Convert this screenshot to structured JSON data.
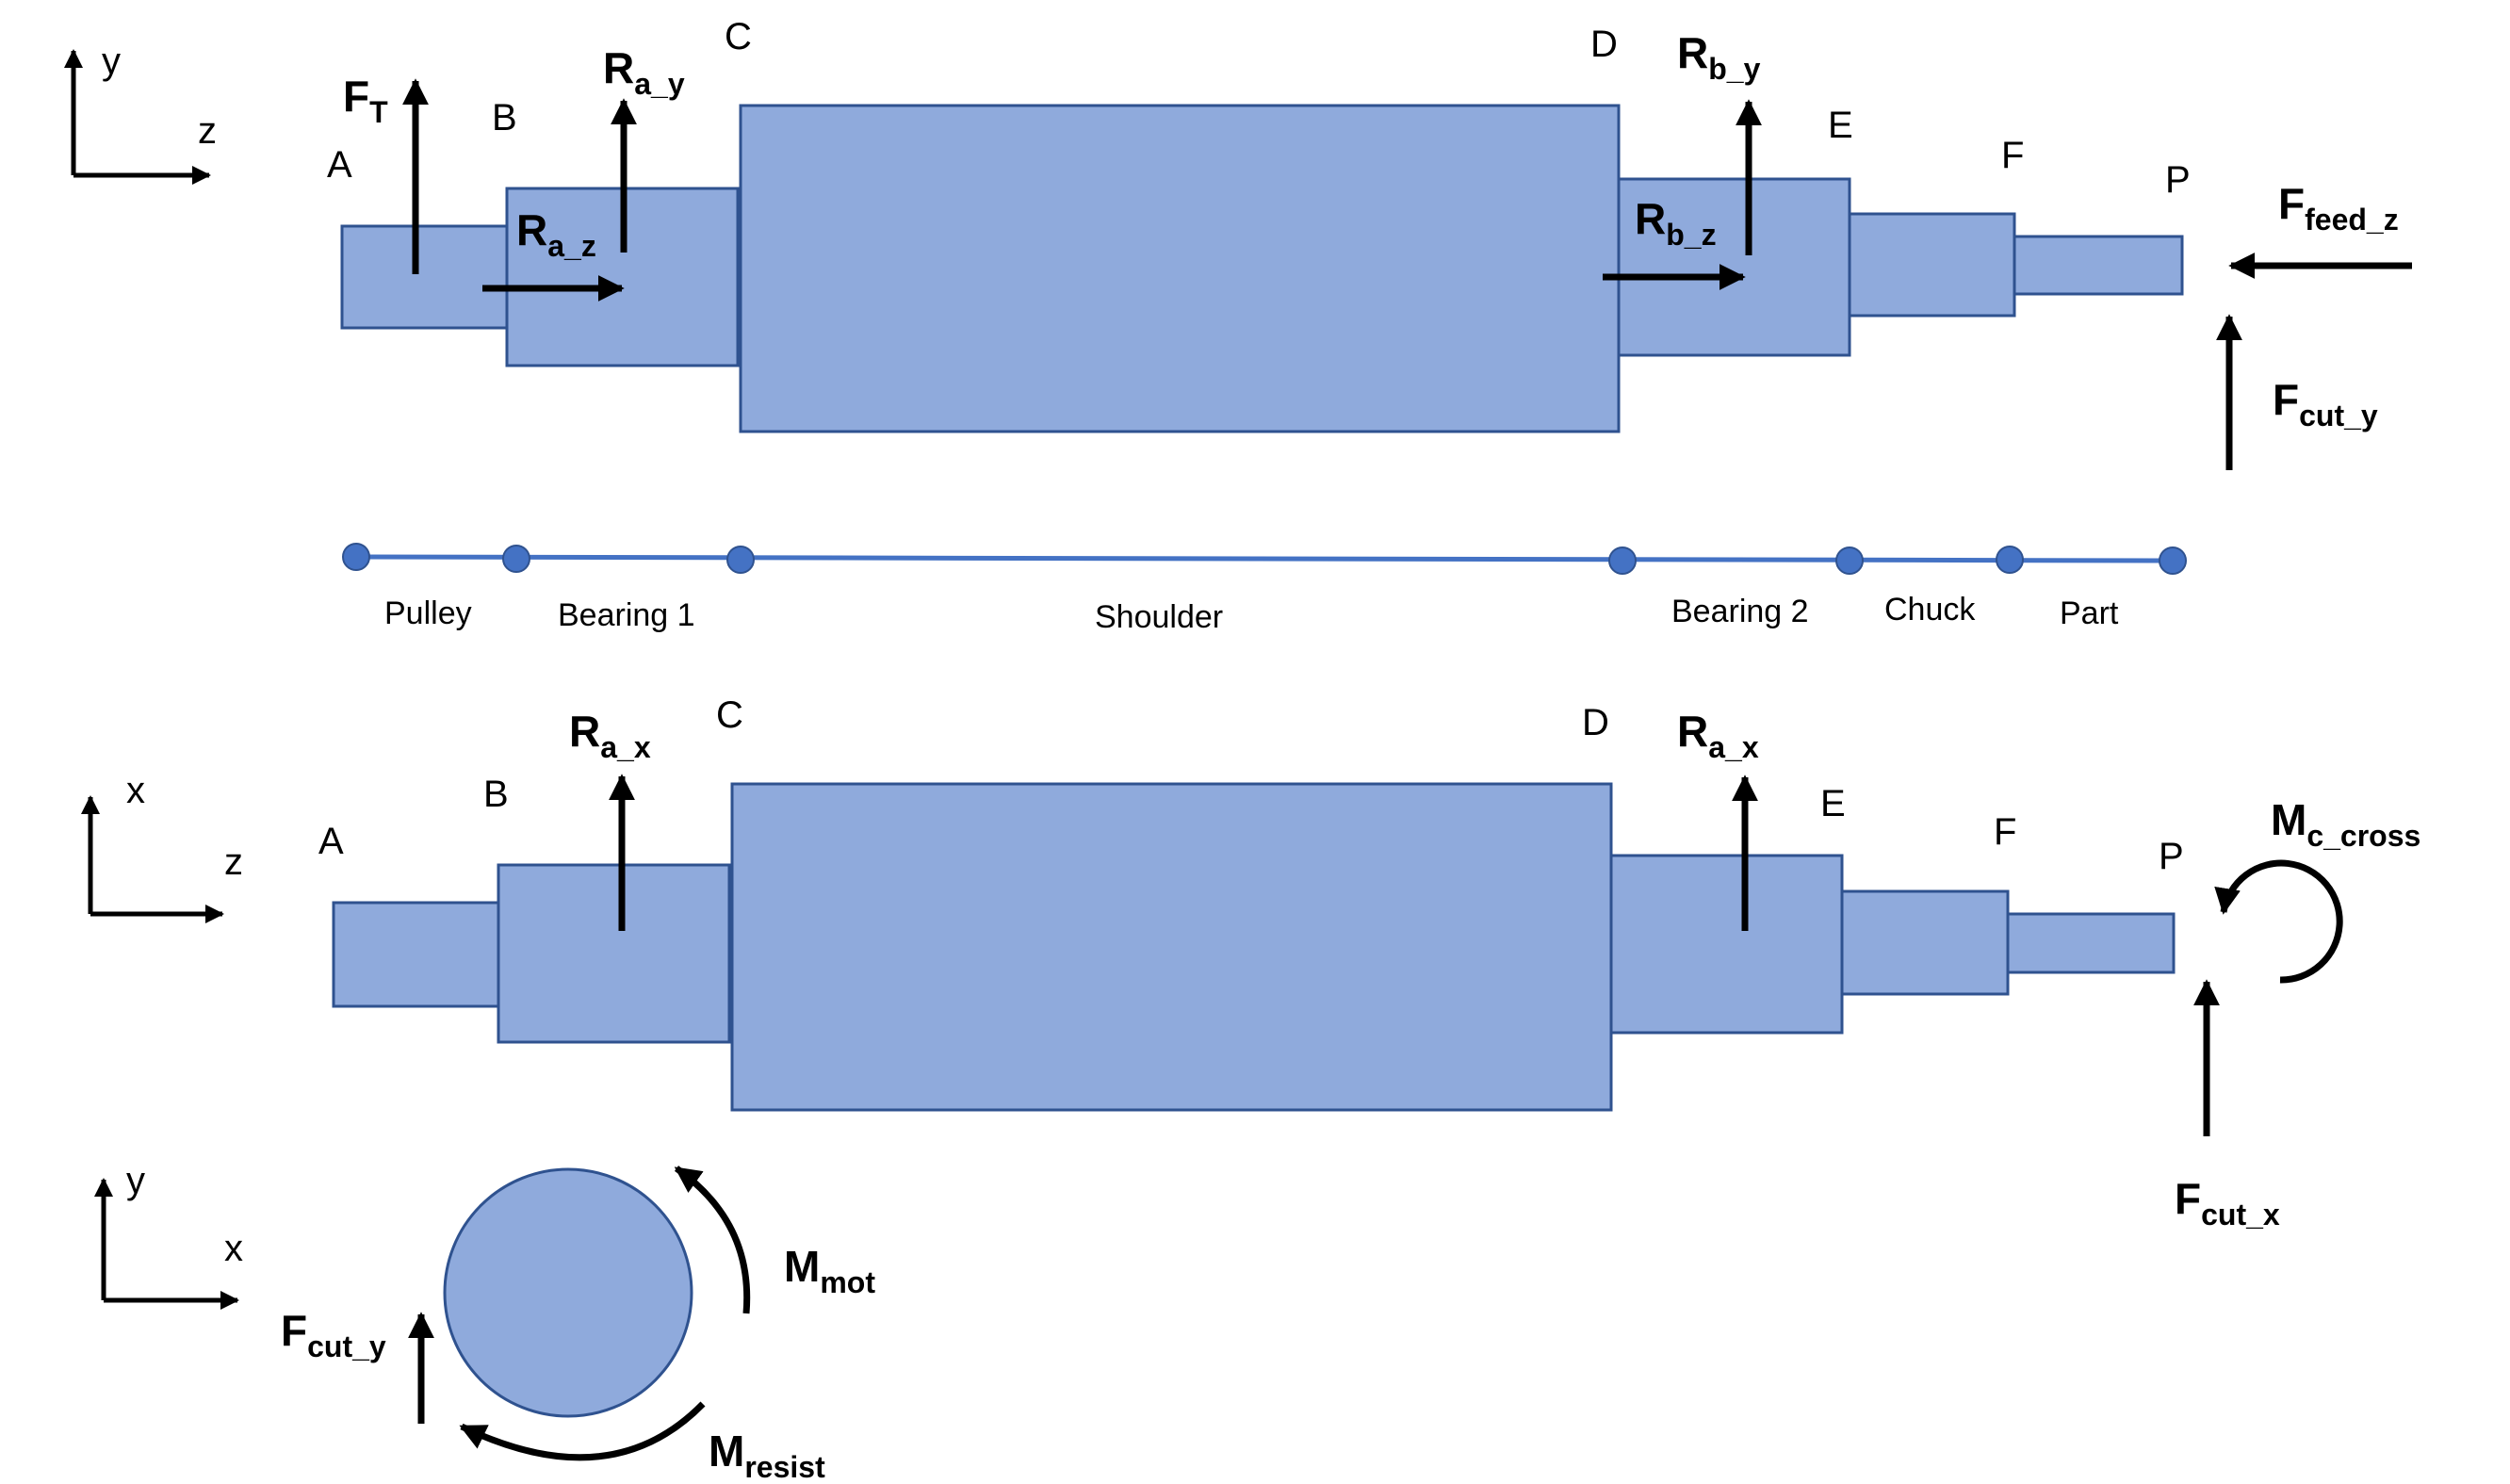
{
  "views": {
    "side_yz": {
      "axes": {
        "vertical": "y",
        "horizontal": "z"
      },
      "points": [
        "A",
        "B",
        "C",
        "D",
        "E",
        "F",
        "P"
      ],
      "forces": {
        "ft": {
          "main": "F",
          "sub": "T"
        },
        "ra_y": {
          "main": "R",
          "sub": "a_y"
        },
        "ra_z": {
          "main": "R",
          "sub": "a_z"
        },
        "rb_y": {
          "main": "R",
          "sub": "b_y"
        },
        "rb_z": {
          "main": "R",
          "sub": "b_z"
        },
        "ffeed_z": {
          "main": "F",
          "sub": "feed_z"
        },
        "fcut_y": {
          "main": "F",
          "sub": "cut_y"
        }
      }
    },
    "segments": [
      "Pulley",
      "Bearing 1",
      "Shoulder",
      "Bearing 2",
      "Chuck",
      "Part"
    ],
    "top_xz": {
      "axes": {
        "vertical": "x",
        "horizontal": "z"
      },
      "points": [
        "A",
        "B",
        "C",
        "D",
        "E",
        "F",
        "P"
      ],
      "forces": {
        "ra_x_left": {
          "main": "R",
          "sub": "a_x"
        },
        "ra_x_right": {
          "main": "R",
          "sub": "a_x"
        },
        "mc_cross": {
          "main": "M",
          "sub": "c_cross"
        },
        "fcut_x": {
          "main": "F",
          "sub": "cut_x"
        }
      }
    },
    "cross_xy": {
      "axes": {
        "vertical": "y",
        "horizontal": "x"
      },
      "forces": {
        "fcut_y": {
          "main": "F",
          "sub": "cut_y"
        },
        "mmot": {
          "main": "M",
          "sub": "mot"
        },
        "mresist": {
          "main": "M",
          "sub": "resist"
        }
      }
    }
  },
  "colors": {
    "part_fill": "#8faadc",
    "part_stroke": "#2f528f",
    "beam": "#4472c4",
    "arrow": "#000000"
  }
}
